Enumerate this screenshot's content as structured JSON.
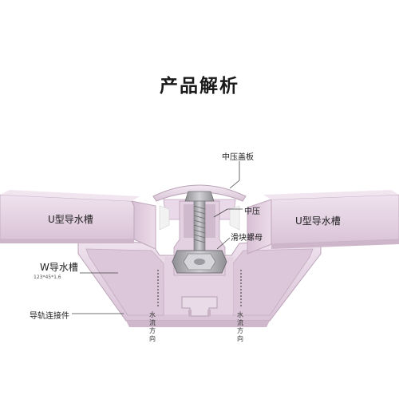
{
  "title": "产品解析",
  "labels": {
    "center_cover": "中压盖板",
    "center_press": "中压",
    "slider_nut": "滑块螺母",
    "u_channel_left": "U型导水槽",
    "u_channel_right": "U型导水槽",
    "w_channel": "W导水槽",
    "w_channel_spec": "123*45*1.6",
    "rail_connector": "导轨连接件",
    "flow_left": [
      "水",
      "流",
      "方",
      "向"
    ],
    "flow_right": [
      "水",
      "流",
      "方",
      "向"
    ]
  },
  "colors": {
    "aluminum_pink": "#e6d3e3",
    "aluminum_shadow": "#c8b2c6",
    "steel": "#a9a9ad",
    "label_line": "#444444"
  }
}
